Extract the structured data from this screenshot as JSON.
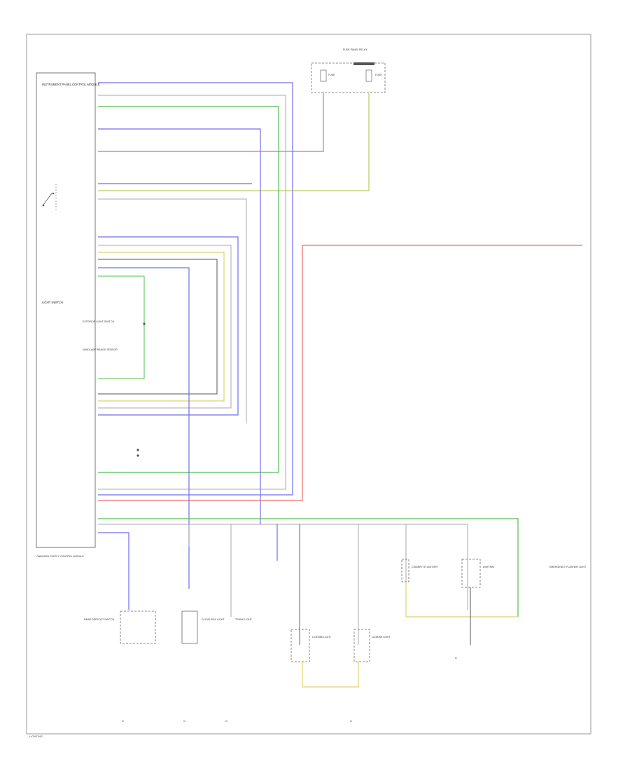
{
  "diagram": {
    "footer_code": "LIGHTING"
  },
  "colors": {
    "frame": "#9a9a9a",
    "blue": "#6f6ff0",
    "green": "#4fbf4f",
    "red": "#f06a6a",
    "yellow_green": "#b6cc5a",
    "yellow": "#e0d070",
    "grey": "#a8a8a8",
    "dark": "#555555"
  },
  "components": {
    "main_module": "INSTRUMENT PANEL CONTROL MODULE",
    "light_switch": "LIGHT SWITCH",
    "fuse_box": "FUSE PANEL RELAY",
    "fuse_a": "FUSE",
    "fuse_b": "FUSE",
    "exterior_light_switch": "EXTERIOR LIGHT SWITCH",
    "headlamp_sensor": "HEADLAMP RANGE SENSOR",
    "onboard_control": "ONBOARD SUPPLY CONTROL MODULE",
    "rear_defrost_switch": "REAR DEFROST SWITCH",
    "glove_light": "GLOVE BOX LIGHT",
    "trunk_light": "TRUNK LIGHT",
    "license_light_l": "LICENSE LIGHT",
    "license_light_r": "LICENSE LIGHT",
    "cigarette_lighter": "CIGARETTE LIGHTER",
    "ashtray": "ASHTRAY",
    "emergency_light": "EMERGENCY FLASHER LIGHT",
    "ground_1": "G",
    "ground_2": "G",
    "ground_3": "G",
    "ground_4": "G",
    "ground_5": "G"
  }
}
